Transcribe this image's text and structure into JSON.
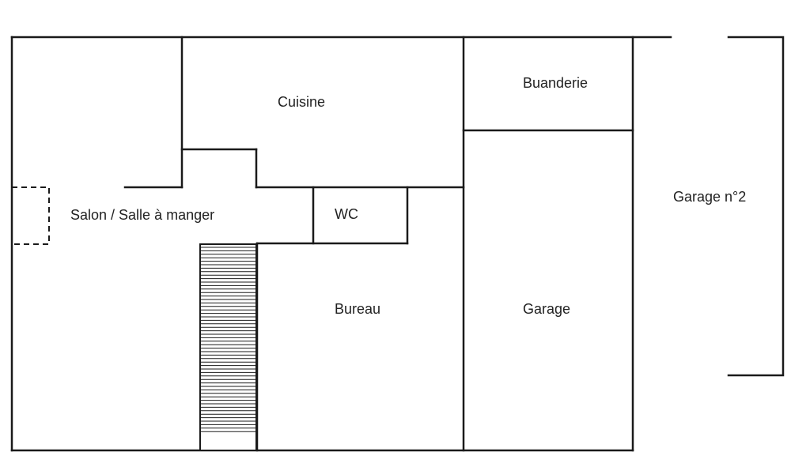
{
  "rooms": {
    "salon": "Salon / Salle à manger",
    "cuisine": "Cuisine",
    "buanderie": "Buanderie",
    "wc": "WC",
    "bureau": "Bureau",
    "garage": "Garage",
    "garage2": "Garage n°2"
  },
  "colors": {
    "wall": "#1a1a1a",
    "text": "#222222",
    "background": "#ffffff"
  }
}
